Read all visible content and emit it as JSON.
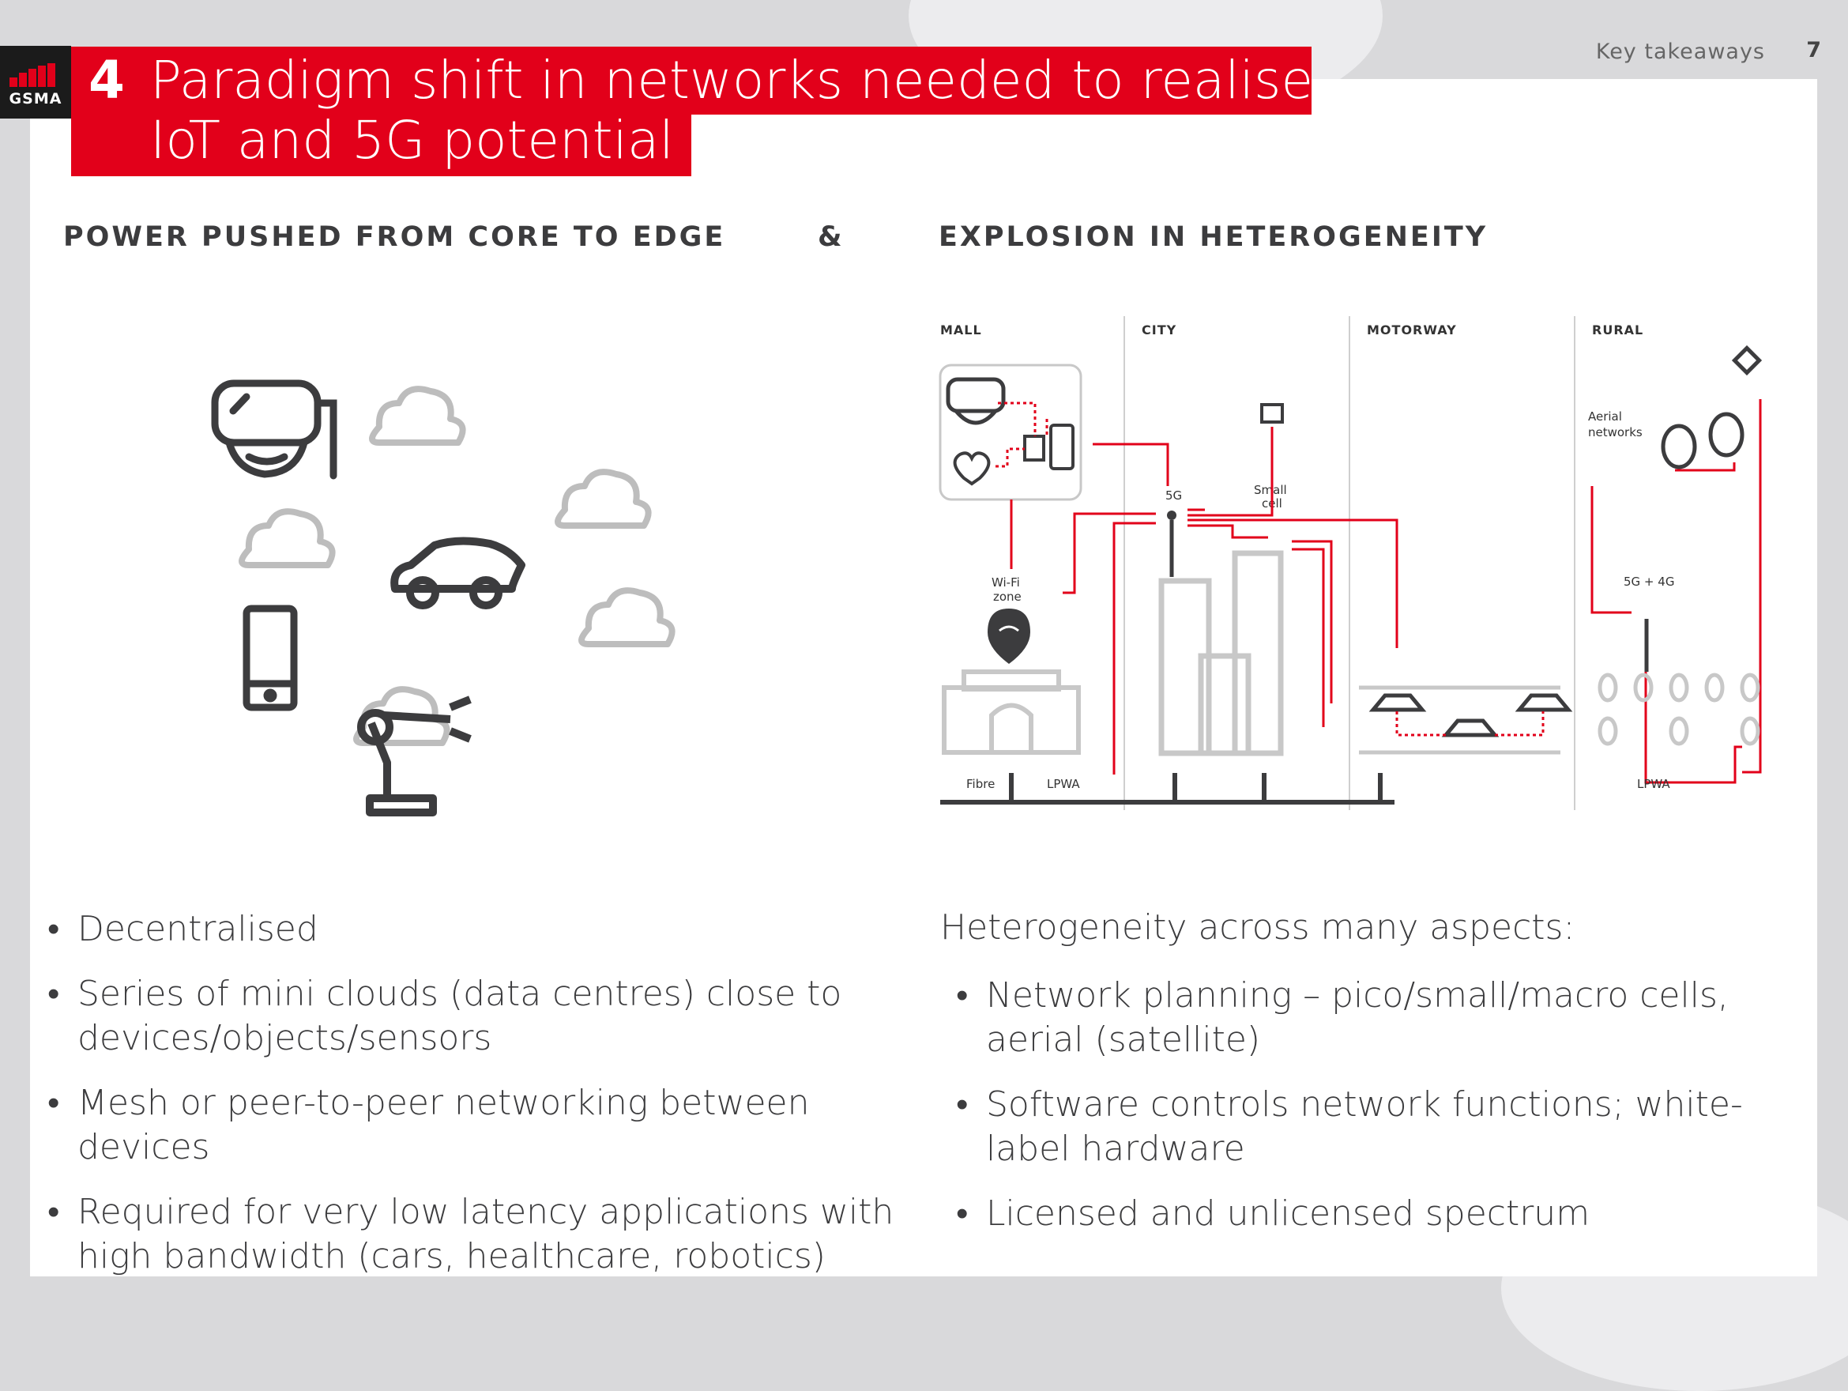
{
  "brand": {
    "logo_text": "GSMA"
  },
  "header": {
    "section": "Key takeaways",
    "page": "7",
    "number": "4",
    "title_line1": "Paradigm shift in networks needed to realise",
    "title_line2": "IoT and 5G potential"
  },
  "left": {
    "heading": "POWER PUSHED FROM CORE TO EDGE",
    "bullets": [
      "Decentralised",
      "Series of mini clouds (data centres) close to devices/objects/sensors",
      "Mesh or peer-to-peer networking between devices",
      "Required for very low latency applications with high bandwidth (cars, healthcare, robotics)"
    ]
  },
  "ampersand": "&",
  "right": {
    "heading": "EXPLOSION IN HETEROGENEITY",
    "lead": "Heterogeneity across many aspects:",
    "bullets": [
      "Network planning – pico/small/macro cells, aerial (satellite)",
      "Software controls network functions; white-label hardware",
      "Licensed and unlicensed spectrum"
    ]
  },
  "diagram": {
    "zones": [
      "MALL",
      "CITY",
      "MOTORWAY",
      "RURAL"
    ],
    "labels": {
      "wifi": [
        "Wi-Fi",
        "zone"
      ],
      "fibre": "Fibre",
      "lpwa": "LPWA",
      "lpwa2": "LPWA",
      "fiveg": "5G",
      "small_cell": [
        "Small",
        "cell"
      ],
      "aerial": [
        "Aerial",
        "networks"
      ],
      "fiveg4g": "5G + 4G"
    }
  },
  "colors": {
    "accent": "#e2001a",
    "dark": "#3c3c3e",
    "grey": "#bdbdbd"
  }
}
